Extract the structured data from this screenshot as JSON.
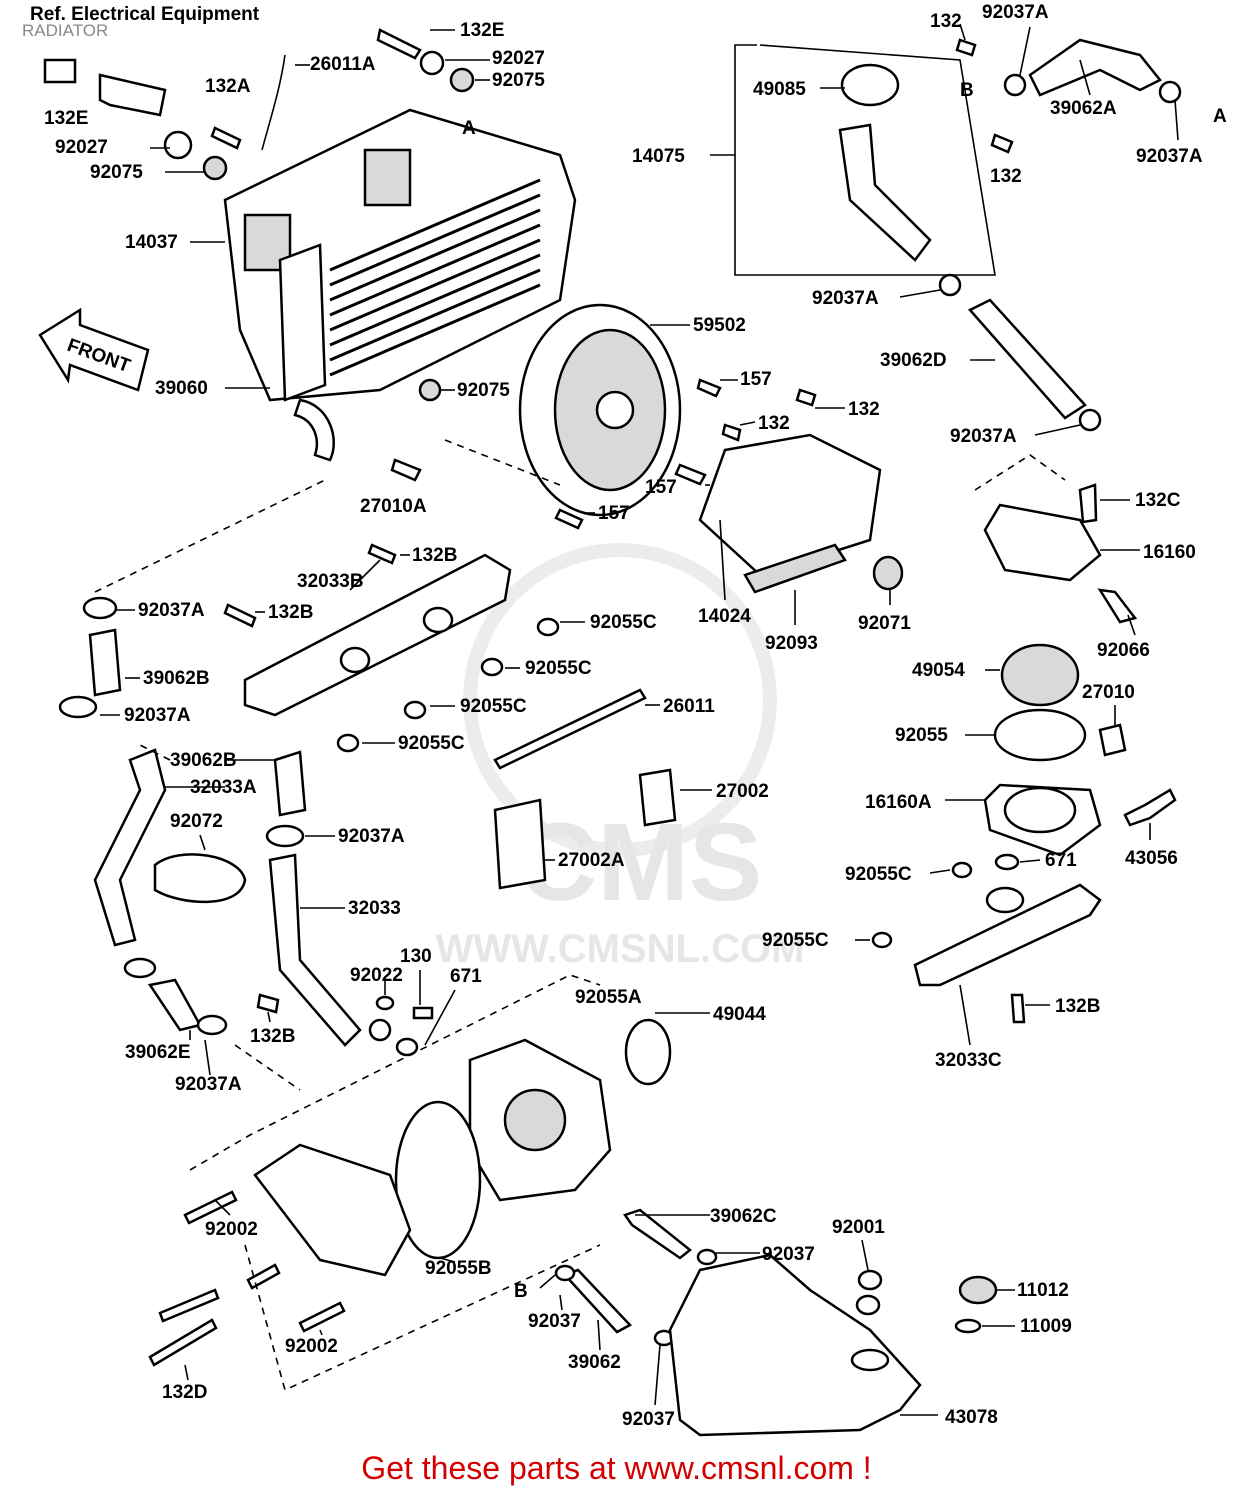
{
  "page_label": "RADIATOR",
  "header": "Ref. Electrical Equipment",
  "arrow_label": "FRONT",
  "watermark": {
    "logo_text": "CMS",
    "url_text": "WWW.CMSNL.COM"
  },
  "footer": "Get these parts at www.cmsnl.com !",
  "colors": {
    "footer_text": "#d40000",
    "line": "#000000"
  },
  "parts": [
    {
      "text": "132E"
    },
    {
      "text": "132E"
    },
    {
      "text": "92027"
    },
    {
      "text": "92075"
    },
    {
      "text": "26011A"
    },
    {
      "text": "132A"
    },
    {
      "text": "92027"
    },
    {
      "text": "92075"
    },
    {
      "text": "A"
    },
    {
      "text": "14037"
    },
    {
      "text": "39060"
    },
    {
      "text": "92075"
    },
    {
      "text": "27010A"
    },
    {
      "text": "59502"
    },
    {
      "text": "157"
    },
    {
      "text": "157"
    },
    {
      "text": "157"
    },
    {
      "text": "132"
    },
    {
      "text": "132"
    },
    {
      "text": "14024"
    },
    {
      "text": "92093"
    },
    {
      "text": "92071"
    },
    {
      "text": "132"
    },
    {
      "text": "92037A"
    },
    {
      "text": "49085"
    },
    {
      "text": "B"
    },
    {
      "text": "39062A"
    },
    {
      "text": "A"
    },
    {
      "text": "92037A"
    },
    {
      "text": "14075"
    },
    {
      "text": "132"
    },
    {
      "text": "92037A"
    },
    {
      "text": "39062D"
    },
    {
      "text": "92037A"
    },
    {
      "text": "132C"
    },
    {
      "text": "16160"
    },
    {
      "text": "92066"
    },
    {
      "text": "49054"
    },
    {
      "text": "27010"
    },
    {
      "text": "92055"
    },
    {
      "text": "16160A"
    },
    {
      "text": "43056"
    },
    {
      "text": "92055C"
    },
    {
      "text": "671"
    },
    {
      "text": "92055C"
    },
    {
      "text": "132B"
    },
    {
      "text": "32033C"
    },
    {
      "text": "132B"
    },
    {
      "text": "32033B"
    },
    {
      "text": "92037A"
    },
    {
      "text": "132B"
    },
    {
      "text": "92055C"
    },
    {
      "text": "92055C"
    },
    {
      "text": "39062B"
    },
    {
      "text": "92037A"
    },
    {
      "text": "92055C"
    },
    {
      "text": "26011"
    },
    {
      "text": "92055C"
    },
    {
      "text": "39062B"
    },
    {
      "text": "32033A"
    },
    {
      "text": "27002"
    },
    {
      "text": "92072"
    },
    {
      "text": "92037A"
    },
    {
      "text": "27002A"
    },
    {
      "text": "32033"
    },
    {
      "text": "130"
    },
    {
      "text": "92022"
    },
    {
      "text": "671"
    },
    {
      "text": "132B"
    },
    {
      "text": "39062E"
    },
    {
      "text": "92037A"
    },
    {
      "text": "92055A"
    },
    {
      "text": "49044"
    },
    {
      "text": "92002"
    },
    {
      "text": "92055B"
    },
    {
      "text": "92002"
    },
    {
      "text": "132D"
    },
    {
      "text": "39062C"
    },
    {
      "text": "92037"
    },
    {
      "text": "92001"
    },
    {
      "text": "B"
    },
    {
      "text": "92037"
    },
    {
      "text": "39062"
    },
    {
      "text": "92037"
    },
    {
      "text": "11012"
    },
    {
      "text": "11009"
    },
    {
      "text": "43078"
    }
  ]
}
